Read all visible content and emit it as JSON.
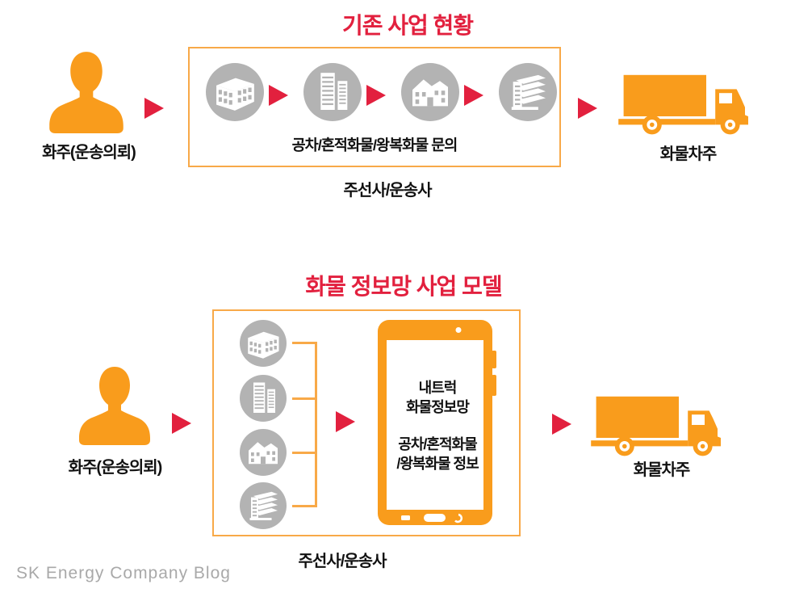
{
  "page": {
    "watermark": "SK Energy Company Blog"
  },
  "colors": {
    "accent_orange": "#F99C1C",
    "box_border_orange": "#F8A948",
    "arrow_title_red": "#E2203E",
    "circle_gray": "#B3B3B3",
    "text_black": "#111111",
    "watermark_gray": "#A9A9A9"
  },
  "icons": {
    "person": "person-bust-icon",
    "truck": "cargo-truck-icon",
    "tablet": "tablet-device-icon",
    "arrow": "red-triangle-arrow-icon",
    "buildings": [
      "building-lowrise-icon",
      "building-towers-icon",
      "building-angled-icon",
      "building-slab-icon"
    ]
  },
  "section_existing": {
    "title": "기존 사업 현황",
    "shipper_label": "화주(운송의뢰)",
    "broker_box": {
      "caption": "공차/혼적화물/왕복화물 문의",
      "label": "주선사/운송사"
    },
    "carrier_label": "화물차주"
  },
  "section_new": {
    "title": "화물 정보망 사업 모델",
    "shipper_label": "화주(운송의뢰)",
    "broker_box": {
      "label": "주선사/운송사",
      "tablet": {
        "title_line1": "내트럭",
        "title_line2": "화물정보망",
        "body_line1": "공차/혼적화물",
        "body_line2": "/왕복화물 정보"
      }
    },
    "carrier_label": "화물차주"
  }
}
